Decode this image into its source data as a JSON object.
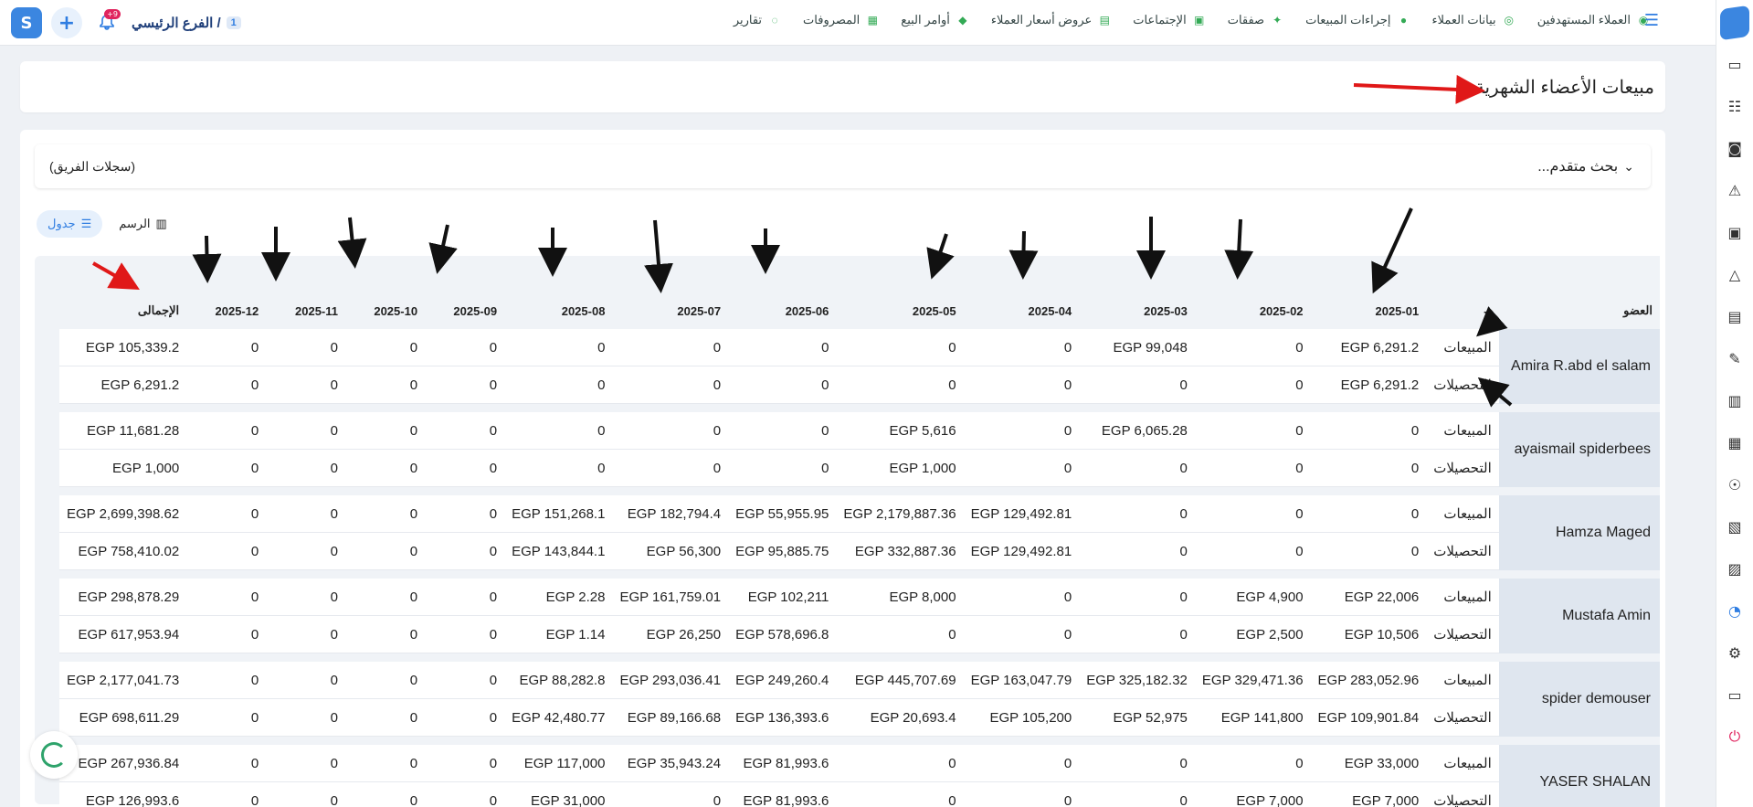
{
  "topbar": {
    "branch_number": "1",
    "branch_name": "الفرع الرئيسي /",
    "notification_count": "+9",
    "nav": [
      {
        "label": "العملاء المستهدفين",
        "icon": "target-customers-icon"
      },
      {
        "label": "بيانات العملاء",
        "icon": "customer-data-icon"
      },
      {
        "label": "إجراءات المبيعات",
        "icon": "sales-actions-icon"
      },
      {
        "label": "صفقات",
        "icon": "deals-icon"
      },
      {
        "label": "الإجتماعات",
        "icon": "meetings-icon"
      },
      {
        "label": "عروض أسعار العملاء",
        "icon": "quotes-icon"
      },
      {
        "label": "أوامر البيع",
        "icon": "sales-orders-icon"
      },
      {
        "label": "المصروفات",
        "icon": "expenses-icon"
      },
      {
        "label": "تقارير",
        "icon": "reports-icon"
      }
    ]
  },
  "page": {
    "title": "مبيعات الأعضاء الشهرية"
  },
  "search": {
    "advanced_label": "بحث متقدم...",
    "team_records": "(سجلات الفريق)"
  },
  "view_toggle": {
    "table_label": "جدول",
    "chart_label": "الرسم"
  },
  "table": {
    "headers": {
      "member": "العضو",
      "type": "--",
      "months": [
        "2025-01",
        "2025-02",
        "2025-03",
        "2025-04",
        "2025-05",
        "2025-06",
        "2025-07",
        "2025-08",
        "2025-09",
        "2025-10",
        "2025-11",
        "2025-12"
      ],
      "total": "الإجمالى"
    },
    "members": [
      {
        "name": "Amira R.abd el salam",
        "rows": [
          {
            "type": "المبيعات",
            "values": [
              "EGP 6,291.2",
              "0",
              "EGP 99,048",
              "0",
              "0",
              "0",
              "0",
              "0",
              "0",
              "0",
              "0",
              "0"
            ],
            "total": "EGP 105,339.2"
          },
          {
            "type": "التحصيلات",
            "values": [
              "EGP 6,291.2",
              "0",
              "0",
              "0",
              "0",
              "0",
              "0",
              "0",
              "0",
              "0",
              "0",
              "0"
            ],
            "total": "EGP 6,291.2"
          }
        ]
      },
      {
        "name": "ayaismail spiderbees",
        "rows": [
          {
            "type": "المبيعات",
            "values": [
              "0",
              "0",
              "EGP 6,065.28",
              "0",
              "EGP 5,616",
              "0",
              "0",
              "0",
              "0",
              "0",
              "0",
              "0"
            ],
            "total": "EGP 11,681.28"
          },
          {
            "type": "التحصيلات",
            "values": [
              "0",
              "0",
              "0",
              "0",
              "EGP 1,000",
              "0",
              "0",
              "0",
              "0",
              "0",
              "0",
              "0"
            ],
            "total": "EGP 1,000"
          }
        ]
      },
      {
        "name": "Hamza Maged",
        "rows": [
          {
            "type": "المبيعات",
            "values": [
              "0",
              "0",
              "0",
              "EGP 129,492.81",
              "EGP 2,179,887.36",
              "EGP 55,955.95",
              "EGP 182,794.4",
              "EGP 151,268.1",
              "0",
              "0",
              "0",
              "0"
            ],
            "total": "EGP 2,699,398.62"
          },
          {
            "type": "التحصيلات",
            "values": [
              "0",
              "0",
              "0",
              "EGP 129,492.81",
              "EGP 332,887.36",
              "EGP 95,885.75",
              "EGP 56,300",
              "EGP 143,844.1",
              "0",
              "0",
              "0",
              "0"
            ],
            "total": "EGP 758,410.02"
          }
        ]
      },
      {
        "name": "Mustafa Amin",
        "rows": [
          {
            "type": "المبيعات",
            "values": [
              "EGP 22,006",
              "EGP 4,900",
              "0",
              "0",
              "EGP 8,000",
              "EGP 102,211",
              "EGP 161,759.01",
              "EGP 2.28",
              "0",
              "0",
              "0",
              "0"
            ],
            "total": "EGP 298,878.29"
          },
          {
            "type": "التحصيلات",
            "values": [
              "EGP 10,506",
              "EGP 2,500",
              "0",
              "0",
              "0",
              "EGP 578,696.8",
              "EGP 26,250",
              "EGP 1.14",
              "0",
              "0",
              "0",
              "0"
            ],
            "total": "EGP 617,953.94"
          }
        ]
      },
      {
        "name": "spider demouser",
        "rows": [
          {
            "type": "المبيعات",
            "values": [
              "EGP 283,052.96",
              "EGP 329,471.36",
              "EGP 325,182.32",
              "EGP 163,047.79",
              "EGP 445,707.69",
              "EGP 249,260.4",
              "EGP 293,036.41",
              "EGP 88,282.8",
              "0",
              "0",
              "0",
              "0"
            ],
            "total": "EGP 2,177,041.73"
          },
          {
            "type": "التحصيلات",
            "values": [
              "EGP 109,901.84",
              "EGP 141,800",
              "EGP 52,975",
              "EGP 105,200",
              "EGP 20,693.4",
              "EGP 136,393.6",
              "EGP 89,166.68",
              "EGP 42,480.77",
              "0",
              "0",
              "0",
              "0"
            ],
            "total": "EGP 698,611.29"
          }
        ]
      },
      {
        "name": "YASER SHALAN",
        "rows": [
          {
            "type": "المبيعات",
            "values": [
              "EGP 33,000",
              "0",
              "0",
              "0",
              "0",
              "EGP 81,993.6",
              "EGP 35,943.24",
              "EGP 117,000",
              "0",
              "0",
              "0",
              "0"
            ],
            "total": "EGP 267,936.84"
          },
          {
            "type": "التحصيلات",
            "values": [
              "EGP 7,000",
              "EGP 7,000",
              "0",
              "0",
              "0",
              "EGP 81,993.6",
              "0",
              "EGP 31,000",
              "0",
              "0",
              "0",
              "0"
            ],
            "total": "EGP 126,993.6"
          }
        ]
      }
    ]
  },
  "colors": {
    "accent": "#2f7de1",
    "annotation_red": "#e01818",
    "annotation_black": "#111111"
  }
}
